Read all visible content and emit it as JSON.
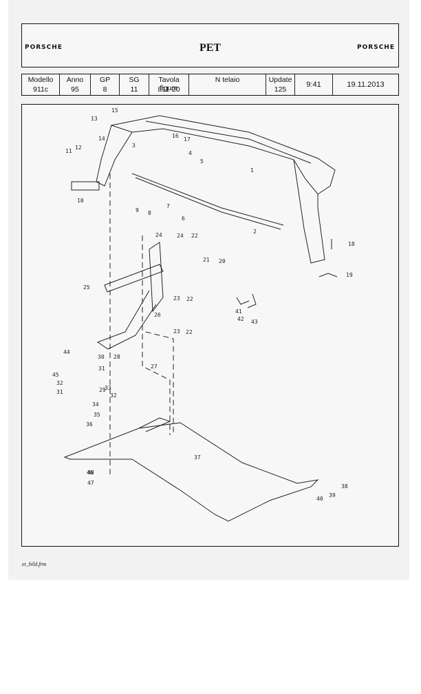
{
  "header": {
    "brand_left": "PORSCHE",
    "title": "PET",
    "brand_right": "PORSCHE"
  },
  "info": {
    "modello_label": "Modello",
    "modello_value": "911c",
    "anno_label": "Anno",
    "anno_value": "95",
    "gp_label": "GP",
    "gp_value": "8",
    "sg_label": "SG",
    "sg_value": "11",
    "tavola_label": "Tavola figure",
    "tavola_value": "811-20",
    "telaio_label": "N  telaio",
    "telaio_value": "",
    "update_label": "Update",
    "update_value": "125",
    "time": "9:41",
    "date": "19.11.2013"
  },
  "drawing": {
    "callouts": [
      "1",
      "2",
      "3",
      "4",
      "5",
      "6",
      "7",
      "8",
      "9",
      "10",
      "11",
      "12",
      "13",
      "14",
      "15",
      "16",
      "17",
      "18",
      "19",
      "20",
      "21",
      "22",
      "22",
      "22",
      "23",
      "23",
      "24",
      "24",
      "25",
      "26",
      "27",
      "28",
      "29",
      "30",
      "31",
      "31",
      "32",
      "32",
      "33",
      "34",
      "35",
      "36",
      "37",
      "38",
      "39",
      "40",
      "41",
      "42",
      "43",
      "44",
      "45",
      "46",
      "47",
      "48"
    ]
  },
  "footer": {
    "file": "et_bild.frm"
  }
}
